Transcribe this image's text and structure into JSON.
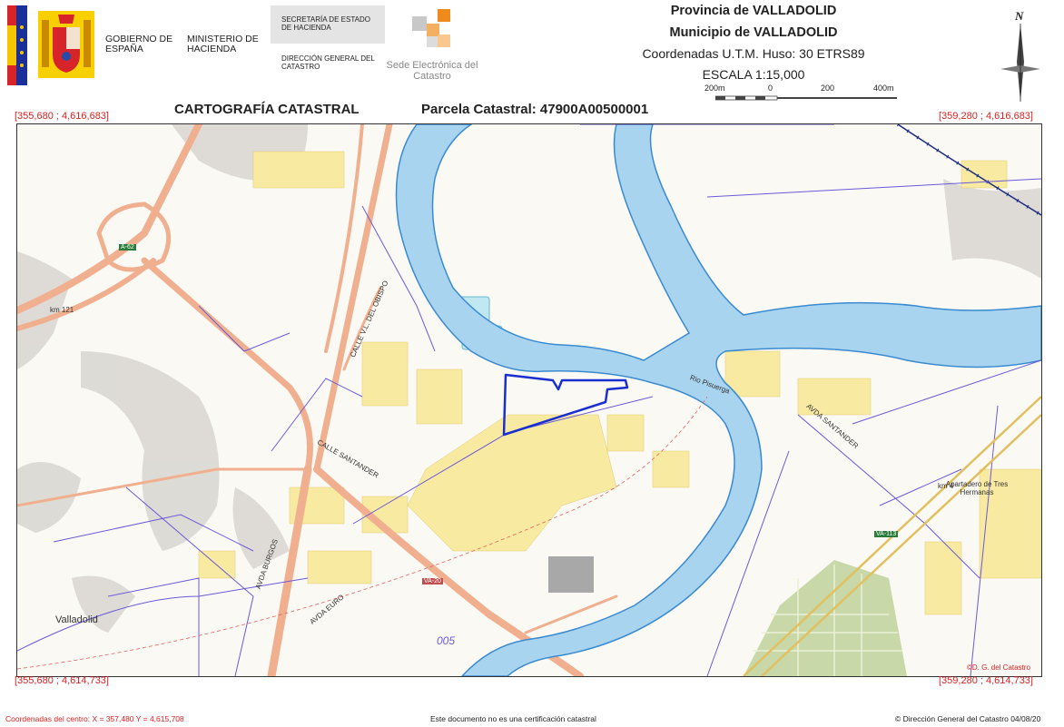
{
  "header": {
    "gobierno": "GOBIERNO DE ESPAÑA",
    "ministerio": "MINISTERIO DE HACIENDA",
    "secretaria": "SECRETARÍA DE ESTADO DE HACIENDA",
    "direccion": "DIRECCIÓN GENERAL DEL CATASTRO",
    "sede": "Sede Electrónica del Catastro",
    "provincia": "Provincia de VALLADOLID",
    "municipio": "Municipio de VALLADOLID",
    "coordenadas": "Coordenadas U.T.M. Huso: 30 ETRS89",
    "escala": "ESCALA 1:15,000",
    "scale_labels": [
      "200m",
      "0",
      "200",
      "400m"
    ],
    "compass_label": "N"
  },
  "titles": {
    "cartografia": "CARTOGRAFÍA CATASTRAL",
    "parcela": "Parcela Catastral: 47900A00500001"
  },
  "corners": {
    "top_left": "[355,680 ; 4,616,683]",
    "top_right": "[359,280 ; 4,616,683]",
    "bottom_left": "[355,680 ; 4,614,733]",
    "bottom_right": "[359,280 ; 4,614,733]"
  },
  "map_labels": {
    "a62": "A-62",
    "km121": "km 121",
    "rio": "Rio Pisuerga",
    "calle_santander": "CALLE SANTANDER",
    "valladolid": "Valladolid",
    "avda_santander": "AVDA SANTANDER",
    "apartadero": "Apartadero de Tres Hermanas",
    "va113": "VA-113",
    "va20": "VA-20",
    "avda_burgos": "AVDA BURGOS",
    "avda_euro": "AVDA EURO",
    "num005": "005",
    "km4": "km 4",
    "copyright_map": "©D. G. del Catastro",
    "calle_v": "CALLE V.L. DEL OBISPO"
  },
  "footer": {
    "centro": "Coordenadas del centro: X = 357,480 Y = 4,615,708",
    "aviso": "Este documento no es una certificación catastral",
    "copyright": "© Dirección General del Catastro 04/08/20"
  },
  "colors": {
    "river": "#a8d4f0",
    "river_edge": "#3a8ad0",
    "parcel": "#1a2fd0",
    "building": "#f8eaa0",
    "road": "#f0b090",
    "boundary": "#6a5ad8",
    "corner_text": "#e02020"
  }
}
